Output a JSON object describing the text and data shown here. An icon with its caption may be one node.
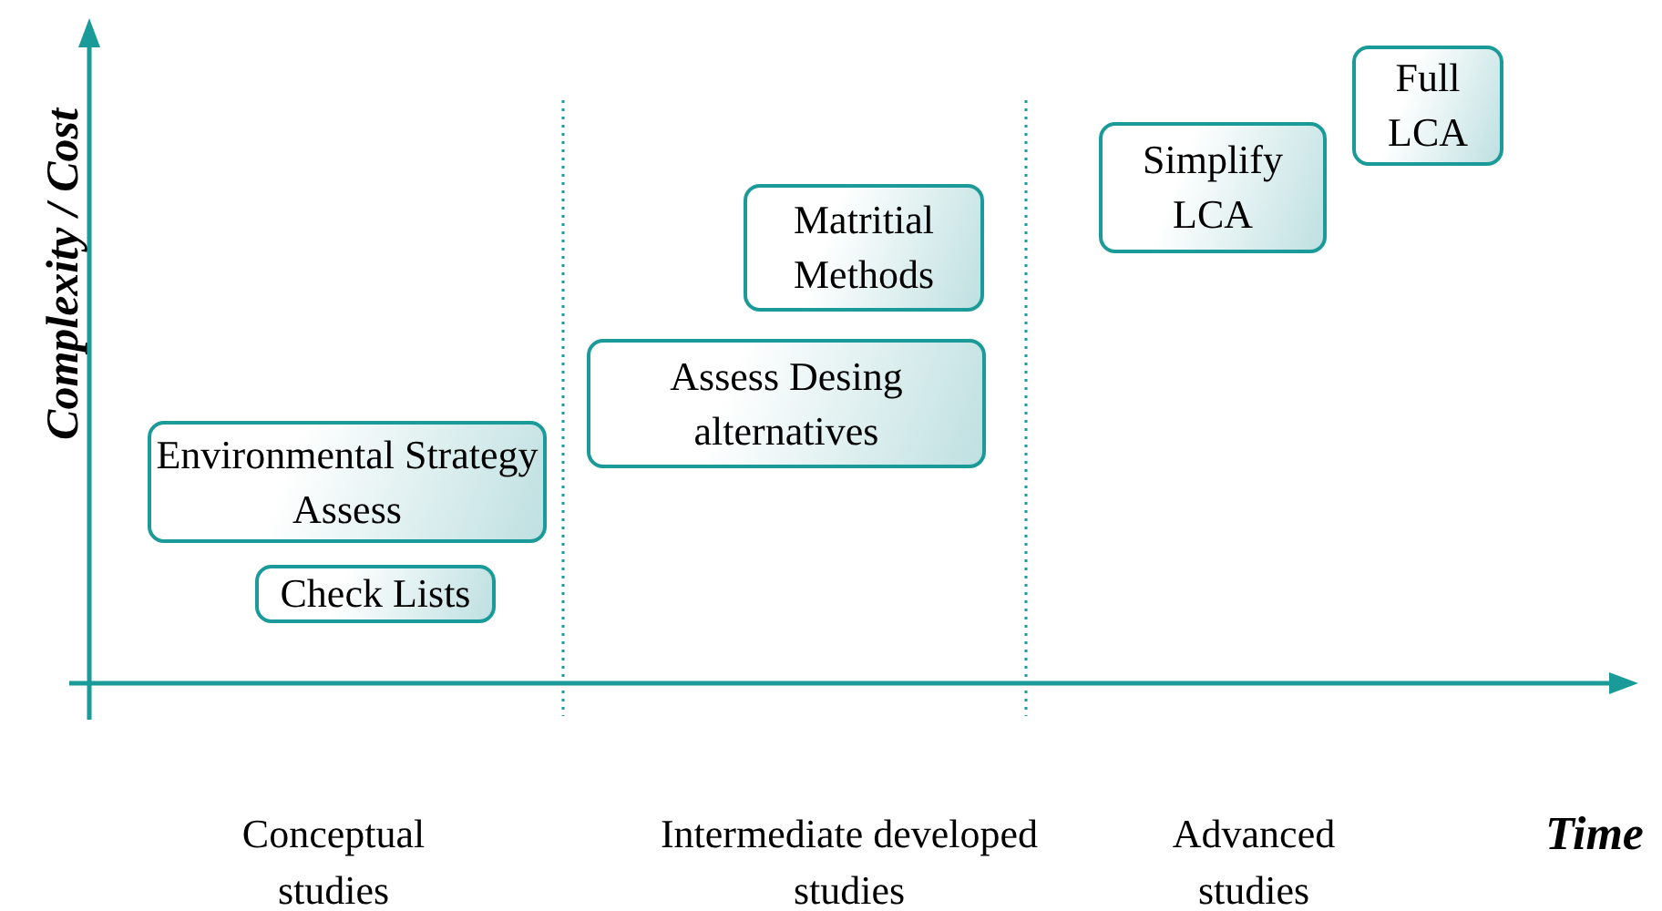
{
  "diagram": {
    "nodes": [
      {
        "text": [
          "Environmental Strategy Assess"
        ]
      },
      {
        "text": [
          "Check Lists"
        ]
      },
      {
        "text": [
          "Assess Desing alternatives"
        ]
      },
      {
        "text": [
          "Matritial Methods"
        ]
      },
      {
        "text": [
          "Simplify LCA"
        ]
      },
      {
        "text": [
          "Full LCA"
        ]
      }
    ],
    "edges": [],
    "labels": [
      "Complexity / Cost",
      "Conceptual studies",
      "Intermediate developed studies",
      "Advanced studies",
      "Time"
    ]
  }
}
